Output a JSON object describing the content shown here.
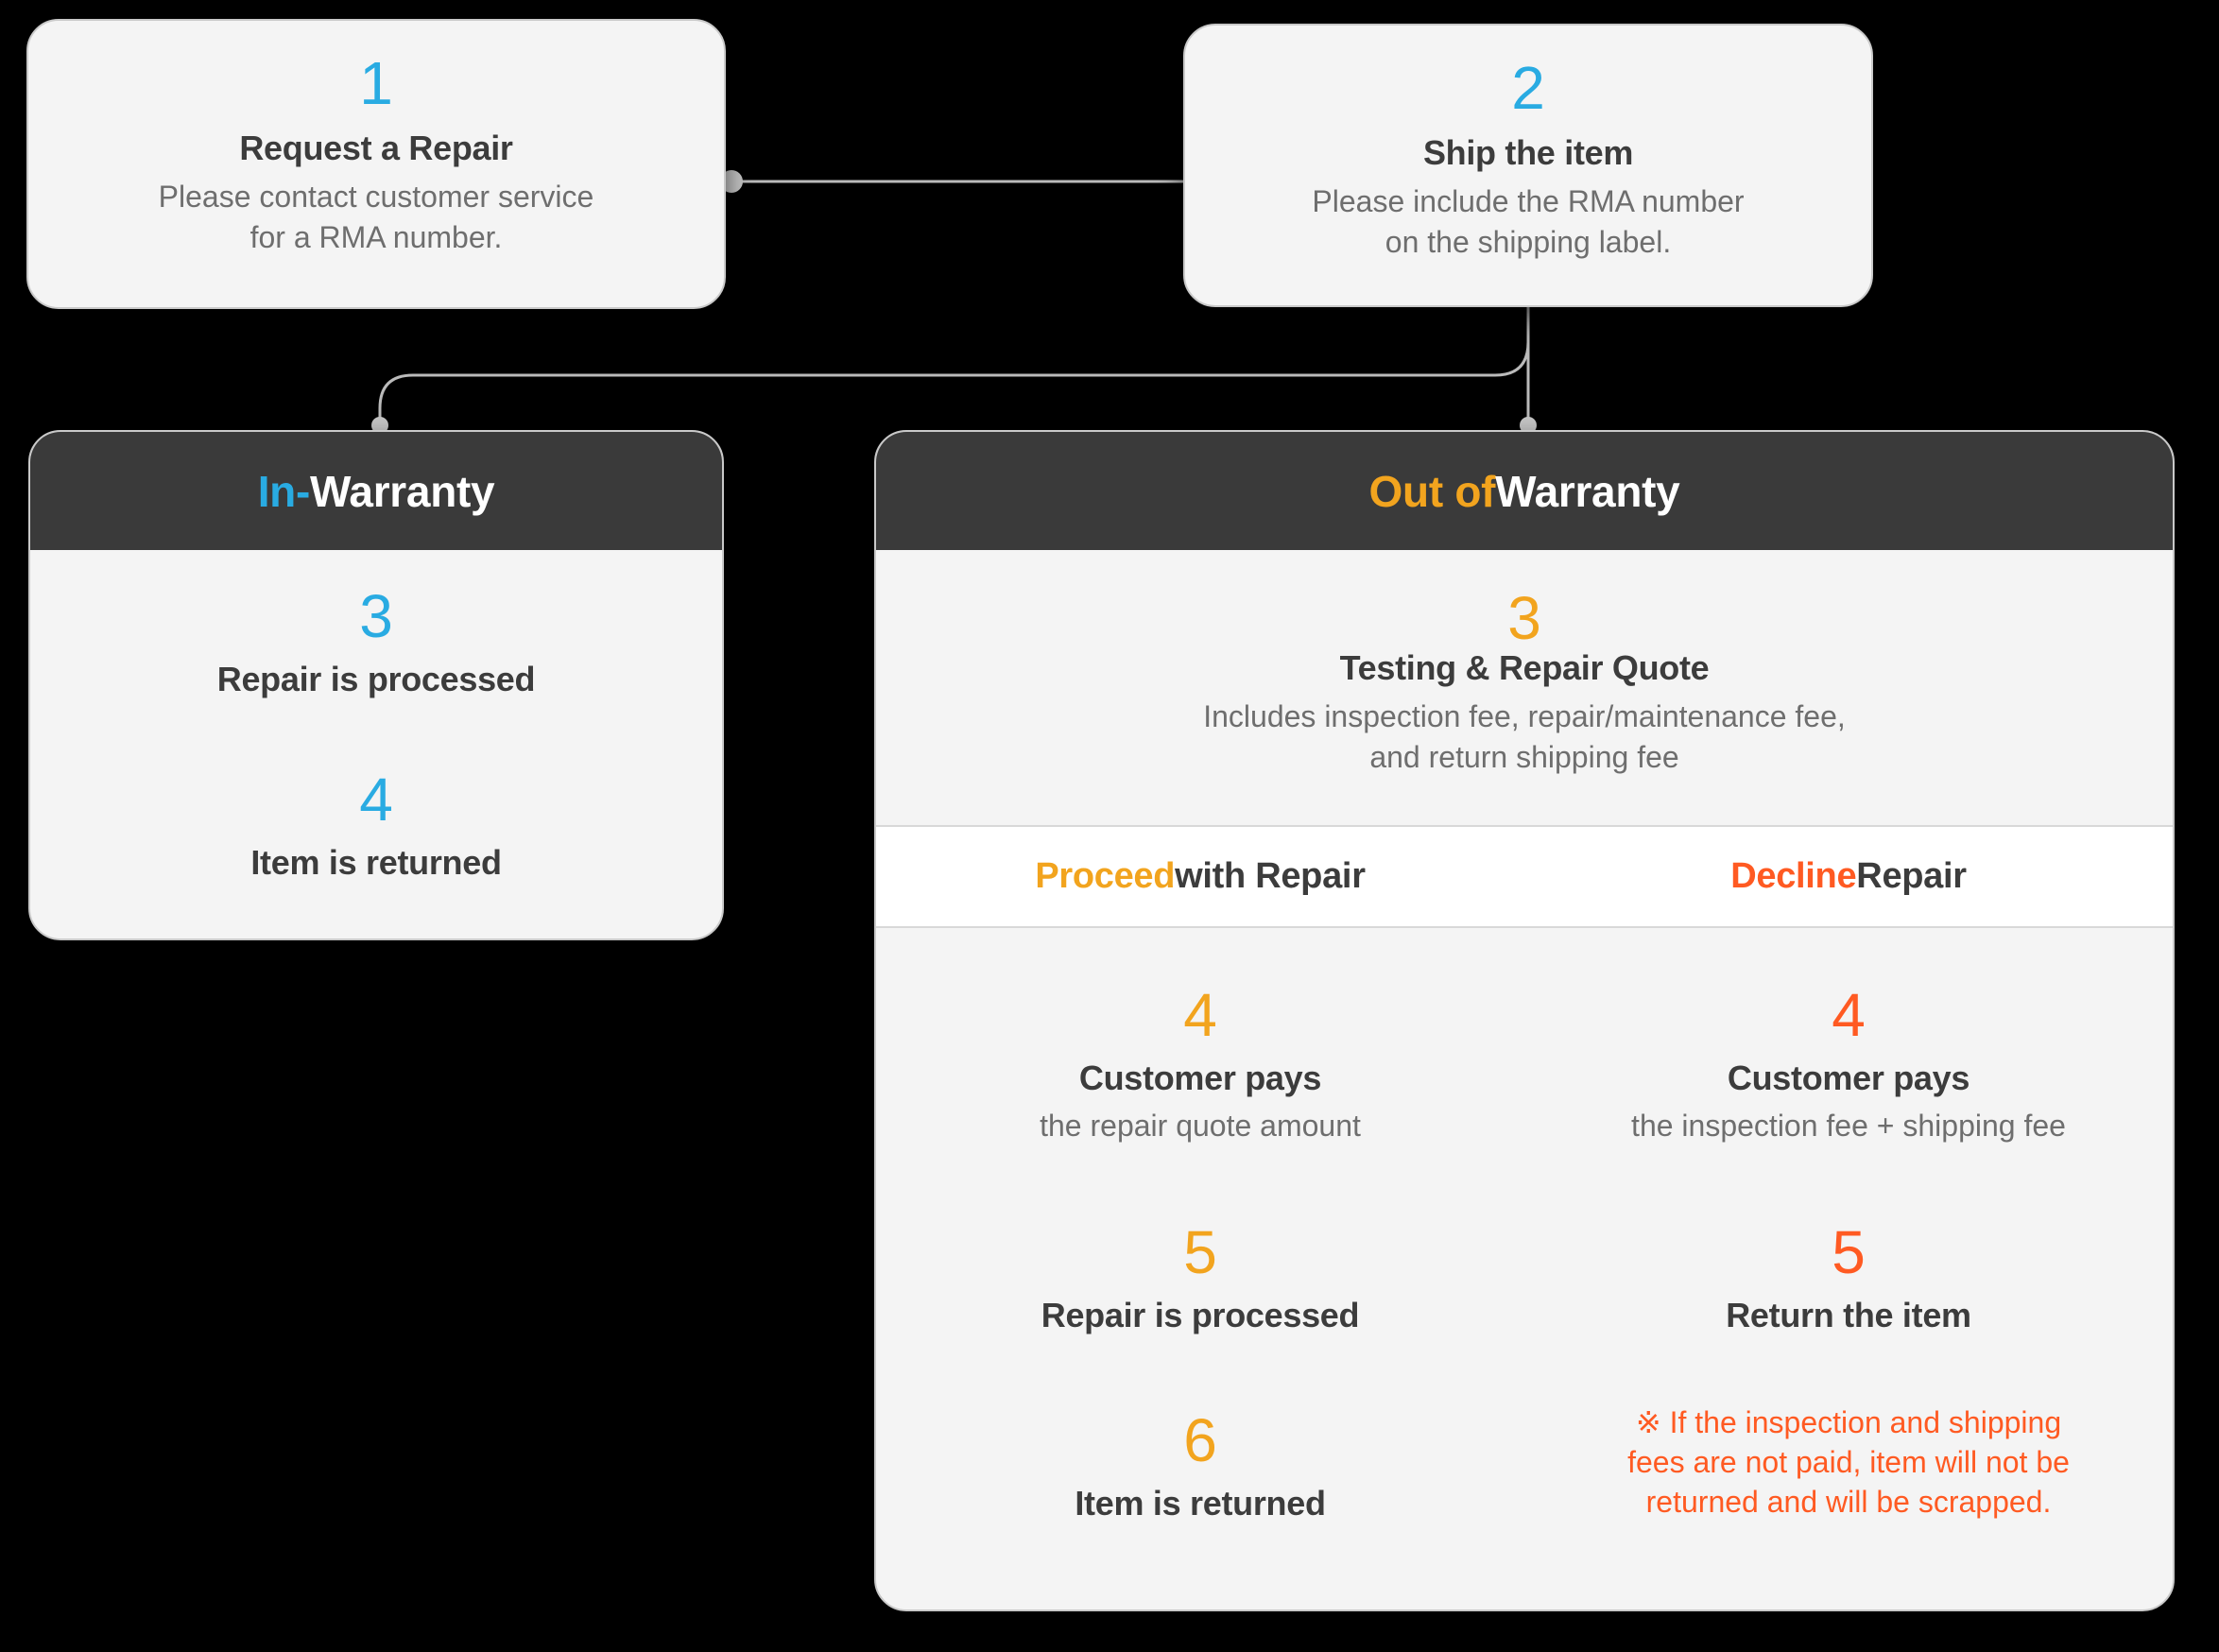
{
  "palette": {
    "blue_accent": "#29ABE2",
    "amber_accent": "#F2A41E",
    "orange_accent": "#FF5A22",
    "header_background": "#3A3A3A",
    "card_background": "#F4F4F4",
    "band_background": "#FFFFFF",
    "connector_gray": "#BABABA",
    "title_text": "#3C3C3C",
    "muted_text": "#6E6E6E"
  },
  "flow": {
    "step1": {
      "number": "1",
      "title": "Request a Repair",
      "desc_lines": [
        "Please contact customer service",
        "for a RMA number."
      ]
    },
    "step2": {
      "number": "2",
      "title": "Ship the item",
      "desc_lines": [
        "Please include the RMA number",
        "on the shipping label."
      ]
    }
  },
  "in_warranty": {
    "header": {
      "accent": "In-",
      "rest": "Warranty"
    },
    "steps": [
      {
        "number": "3",
        "title": "Repair is processed"
      },
      {
        "number": "4",
        "title": "Item is returned"
      }
    ]
  },
  "out_of_warranty": {
    "header": {
      "accent": "Out of",
      "rest": " Warranty"
    },
    "step3": {
      "number": "3",
      "title": "Testing & Repair Quote",
      "desc_lines": [
        "Includes inspection fee, repair/maintenance fee,",
        "and return shipping fee"
      ]
    },
    "branches": {
      "proceed": {
        "heading": {
          "accent": "Proceed",
          "rest": " with Repair"
        },
        "steps": [
          {
            "number": "4",
            "title": "Customer pays",
            "desc": "the repair quote amount"
          },
          {
            "number": "5",
            "title": "Repair is processed"
          },
          {
            "number": "6",
            "title": "Item is returned"
          }
        ]
      },
      "decline": {
        "heading": {
          "accent": "Decline",
          "rest": " Repair"
        },
        "steps": [
          {
            "number": "4",
            "title": "Customer pays",
            "desc": "the inspection fee + shipping fee"
          },
          {
            "number": "5",
            "title": "Return the item"
          }
        ],
        "note_lines": [
          "※ If the inspection and shipping",
          "fees are not paid, item will not be",
          "returned and will be scrapped."
        ]
      }
    }
  }
}
